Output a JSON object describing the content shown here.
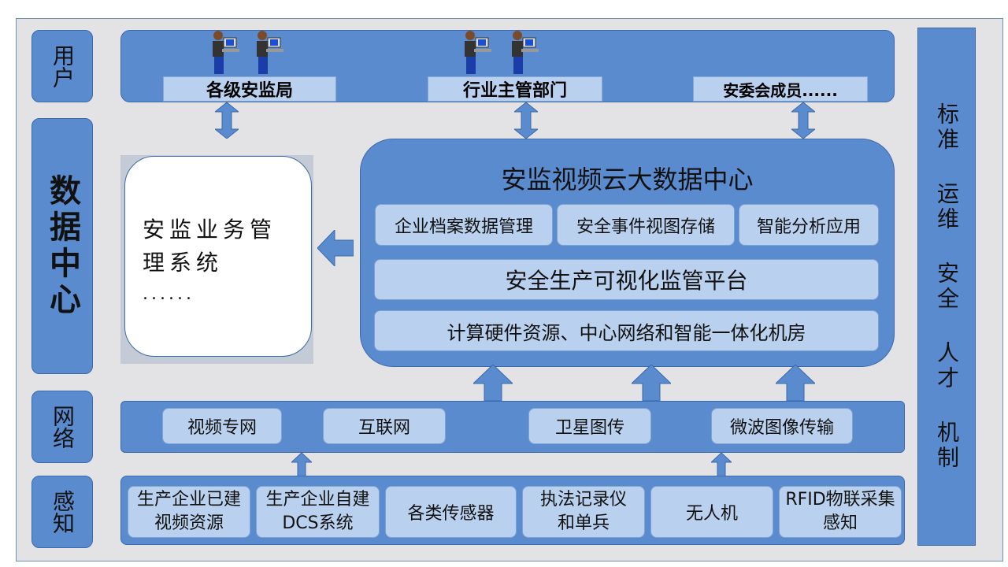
{
  "layers": {
    "user": "用户",
    "data_center": "数据中心",
    "network": "网络",
    "perception": "感知"
  },
  "right_column": "标准 运维 安全 人才 机制",
  "users": [
    "各级安监局",
    "行业主管部门",
    "安委会成员......"
  ],
  "management_system": {
    "title": "安监业务管理系统",
    "ellipsis": "......"
  },
  "cloud_center": {
    "title": "安监视频云大数据中心",
    "modules": [
      "企业档案数据管理",
      "安全事件视图存储",
      "智能分析应用"
    ],
    "platform": "安全生产可视化监管平台",
    "infrastructure": "计算硬件资源、中心网络和智能一体化机房"
  },
  "networks": [
    "视频专网",
    "互联网",
    "卫星图传",
    "微波图像传输"
  ],
  "sensors": [
    "生产企业已建视频资源",
    "生产企业自建DCS系统",
    "各类传感器",
    "执法记录仪和单兵",
    "无人机",
    "RFID物联采集感知"
  ],
  "colors": {
    "band_blue": "#5b8bcf",
    "light_blue": "#b9d1ee",
    "frame_gray": "#e3e3e6"
  },
  "icons": {
    "user_figure": "person-at-computer-icon",
    "arrow_double": "double-arrow-icon",
    "arrow_up": "up-arrow-icon",
    "arrow_left": "left-arrow-icon"
  }
}
